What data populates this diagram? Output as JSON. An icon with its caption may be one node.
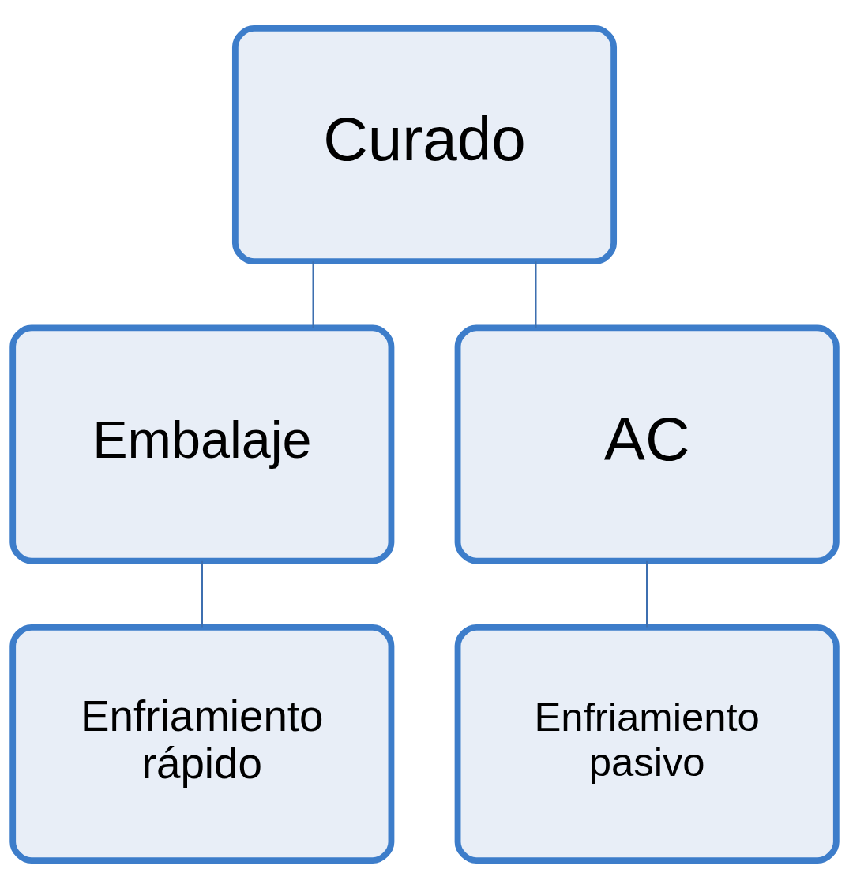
{
  "diagram": {
    "nodes": [
      {
        "text": [
          "Curado"
        ]
      },
      {
        "text": [
          "Embalaje"
        ]
      },
      {
        "text": [
          "AC"
        ]
      },
      {
        "text": [
          "Enfriamiento rápido"
        ]
      },
      {
        "text": [
          "Enfriamiento pasivo"
        ]
      }
    ],
    "edges": [
      {
        "from": 0,
        "to": 1,
        "arrow": "none"
      },
      {
        "from": 0,
        "to": 2,
        "arrow": "none"
      },
      {
        "from": 1,
        "to": 3,
        "arrow": "none"
      },
      {
        "from": 2,
        "to": 4,
        "arrow": "none"
      }
    ]
  }
}
